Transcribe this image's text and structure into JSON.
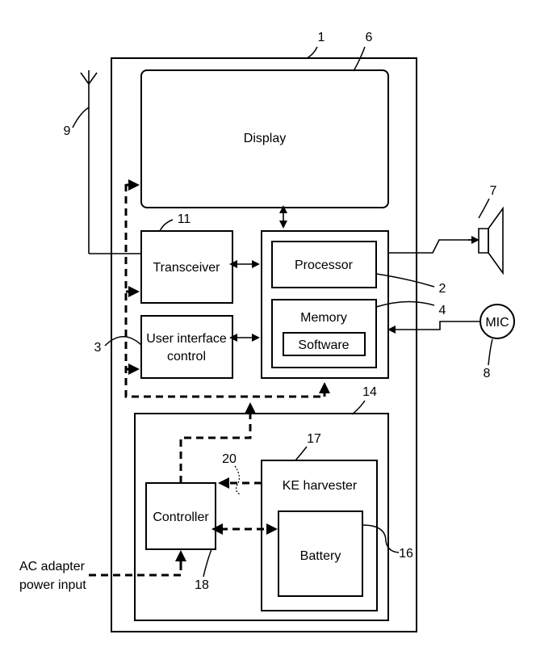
{
  "blocks": {
    "display": "Display",
    "transceiver": "Transceiver",
    "ui_control_line1": "User interface",
    "ui_control_line2": "control",
    "processor": "Processor",
    "memory": "Memory",
    "software": "Software",
    "ke_harvester": "KE harvester",
    "controller": "Controller",
    "battery": "Battery",
    "mic": "MIC"
  },
  "inputs": {
    "ac_adapter_line1": "AC adapter",
    "ac_adapter_line2": "power input"
  },
  "refs": {
    "device": "1",
    "processor": "2",
    "ui_control": "3",
    "memory": "4",
    "display": "6",
    "speaker": "7",
    "microphone": "8",
    "antenna": "9",
    "transceiver": "11",
    "power_module": "14",
    "battery": "16",
    "ke_harvester": "17",
    "controller": "18",
    "dotted_link": "20"
  }
}
